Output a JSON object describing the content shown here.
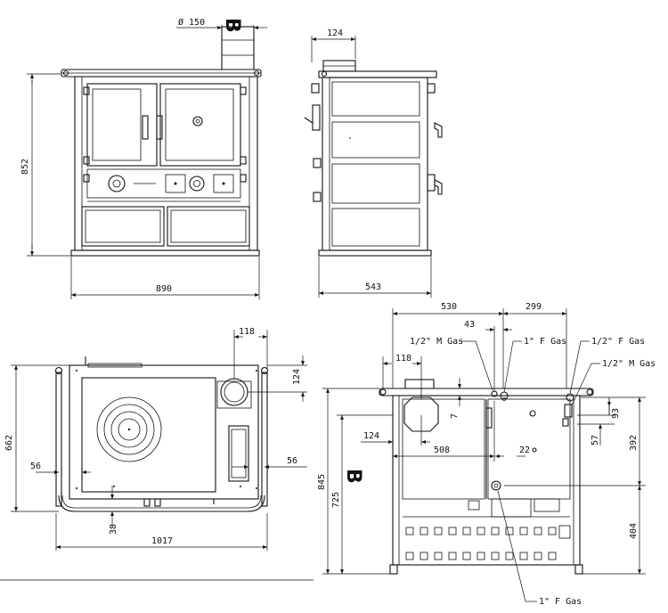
{
  "views": {
    "front": {
      "width_label": "890",
      "height_label": "852",
      "flue_diameter_label": "Ø 150",
      "section_letter": "B"
    },
    "side": {
      "depth_label": "543",
      "flue_offset_label": "124"
    },
    "top": {
      "width_label": "1017",
      "depth_label": "662",
      "flue_x_label": "118",
      "flue_y_label": "124",
      "left_margin_label": "56",
      "right_margin_label": "56",
      "front_offset_label": "38"
    },
    "rear": {
      "section_letter": "B",
      "top_left_label": "530",
      "top_right_label": "299",
      "gas_offset_label": "43",
      "flue_x_label": "118",
      "flue_y_label": "124",
      "gap_label": "7",
      "center_label": "508",
      "small_offset_label": "22",
      "right_93_label": "93",
      "right_57_label": "57",
      "right_392_label": "392",
      "right_404_label": "404",
      "left_845_label": "845",
      "left_725_label": "725",
      "gas_labels": {
        "half_m_left": "1/2\" M Gas",
        "one_f_top": "1\" F Gas",
        "half_f_right": "1/2\" F Gas",
        "half_m_right": "1/2\" M Gas",
        "one_f_bottom": "1\" F Gas"
      }
    }
  }
}
